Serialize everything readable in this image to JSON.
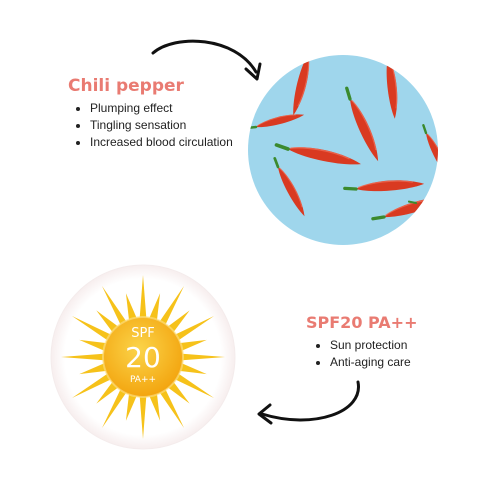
{
  "chili": {
    "title": "Chili pepper",
    "items": [
      "Plumping effect",
      "Tingling sensation",
      "Increased blood circulation"
    ]
  },
  "spf": {
    "title": "SPF20 PA++",
    "items": [
      "Sun protection",
      "Anti-aging care"
    ]
  },
  "badge": {
    "top": "SPF",
    "number": "20",
    "bottom": "PA++"
  },
  "colors": {
    "accent": "#e97b72",
    "sky": "#9fd6ec",
    "chili_red": "#d93a21",
    "stem_green": "#3b8a2e",
    "sun_yellow": "#f6c21a",
    "sun_orange": "#f3a50f"
  },
  "icons": [
    "arrow-curve-icon",
    "chili-photo",
    "sun-badge-icon"
  ]
}
